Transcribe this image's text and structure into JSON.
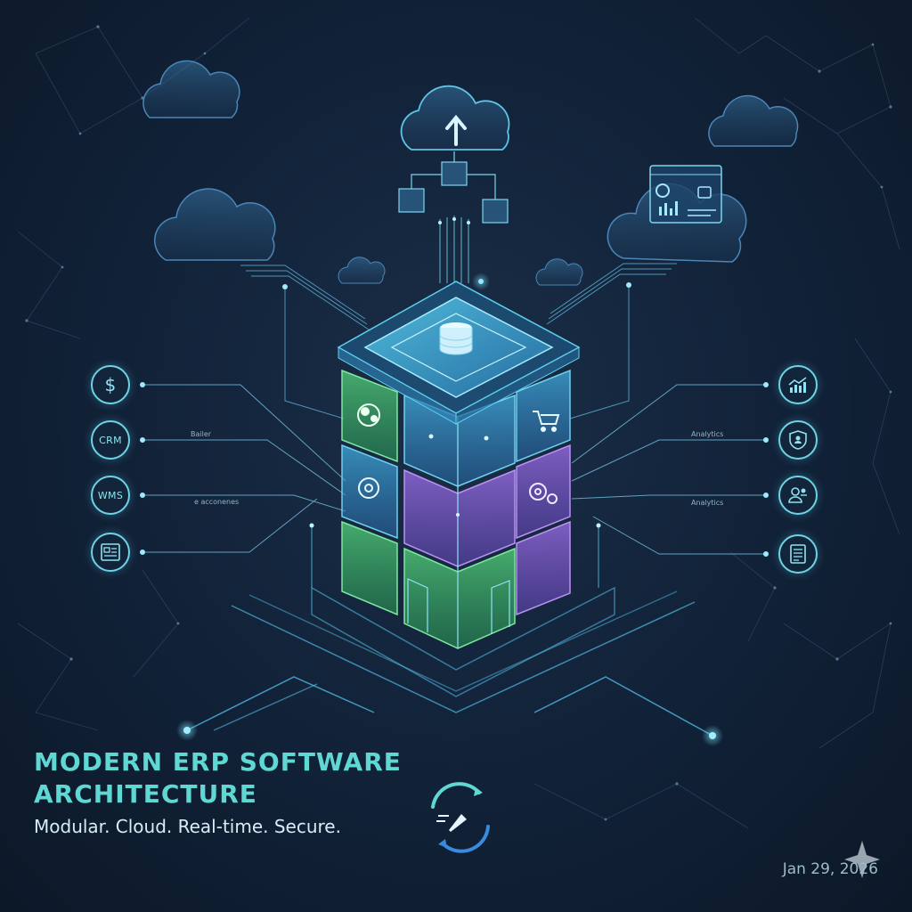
{
  "title": {
    "line1": "MODERN ERP SOFTWARE",
    "line2": "ARCHITECTURE"
  },
  "tagline": "Modular. Cloud. Real-time. Secure.",
  "date": "Jan 29, 2026",
  "left_nodes": [
    {
      "name": "finance-node",
      "icon": "dollar-icon",
      "text": "$"
    },
    {
      "name": "crm-node",
      "icon": "crm-label",
      "text": "CRM"
    },
    {
      "name": "wms-node",
      "icon": "wms-label",
      "text": "WMS"
    },
    {
      "name": "document-node",
      "icon": "document-icon",
      "text": ""
    }
  ],
  "right_nodes": [
    {
      "name": "growth-chart-node",
      "icon": "chart-icon"
    },
    {
      "name": "security-node",
      "icon": "shield-icon"
    },
    {
      "name": "users-node",
      "icon": "users-icon"
    },
    {
      "name": "report-node",
      "icon": "report-icon"
    }
  ],
  "connector_labels": {
    "left_1": "Bailer",
    "left_2": "e acconenes",
    "right_1": "Analytics",
    "right_2": "Analytics"
  },
  "colors": {
    "accent": "#5fd8d4",
    "cyan": "#6fd3e6",
    "green": "#4fd07a",
    "blue": "#3aa8e8",
    "purple": "#9a6ae8",
    "background": "#12233a"
  }
}
